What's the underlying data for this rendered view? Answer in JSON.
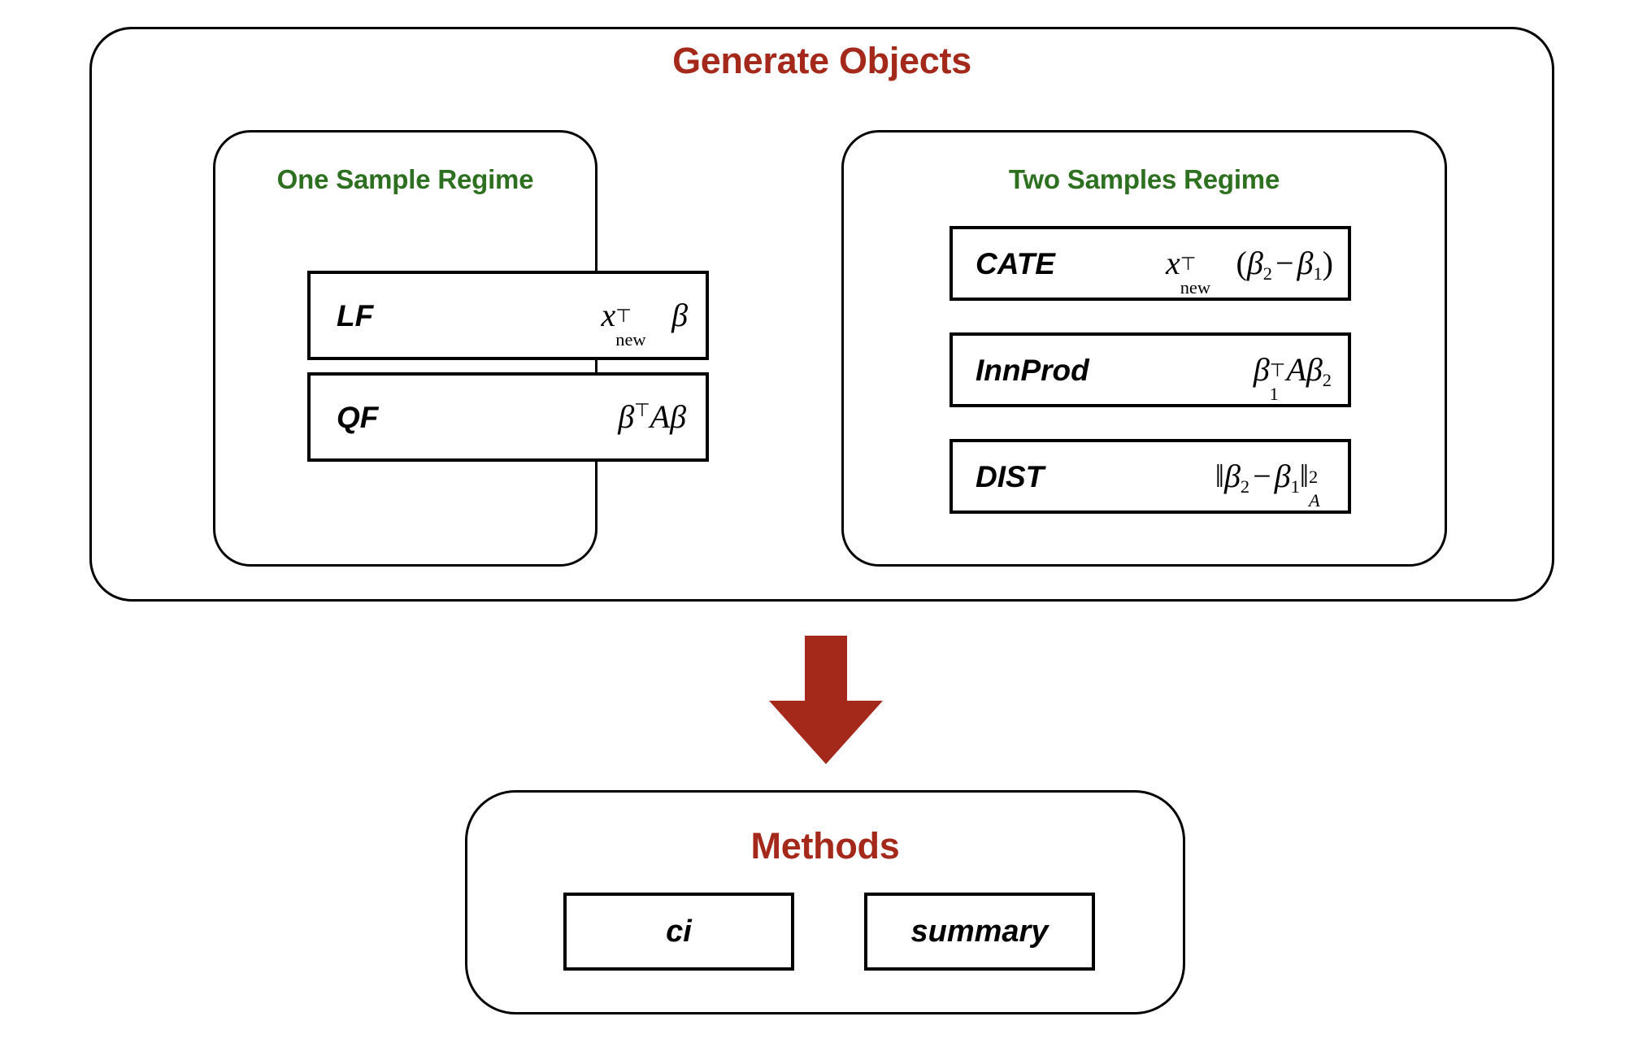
{
  "colors": {
    "title_red": "#a5291a",
    "subtitle_green": "#2d7020",
    "outline": "#000000",
    "arrow": "#a5291a",
    "background": "#ffffff"
  },
  "generate_objects": {
    "title": "Generate Objects",
    "one_sample": {
      "title": "One Sample Regime",
      "items": [
        {
          "name": "LF",
          "formula_plain": "x_new^T β",
          "x_var": "x",
          "transpose": "⊤",
          "subscript": "new",
          "tail": "β"
        },
        {
          "name": "QF",
          "formula_plain": "β^T A β",
          "base": "β",
          "transpose": "⊤",
          "matrix": "A",
          "tail": "β"
        }
      ]
    },
    "two_samples": {
      "title": "Two Samples Regime",
      "items": [
        {
          "name": "CATE",
          "formula_plain": "x_new^T(β₂ − β₁)"
        },
        {
          "name": "InnProd",
          "formula_plain": "β₁^T A β₂"
        },
        {
          "name": "DIST",
          "formula_plain": "‖β₂ − β₁‖²_A"
        }
      ]
    }
  },
  "arrow": {
    "direction": "down",
    "label": ""
  },
  "methods": {
    "title": "Methods",
    "items": [
      {
        "name": "ci"
      },
      {
        "name": "summary"
      }
    ]
  },
  "math_glyphs": {
    "beta": "β",
    "transpose": "⊤",
    "minus": "−",
    "norm_bar": "‖",
    "x": "x",
    "A": "A",
    "new": "new",
    "one": "1",
    "two": "2",
    "sq": "2",
    "sub_A": "A",
    "lparen": "(",
    "rparen": ")"
  }
}
